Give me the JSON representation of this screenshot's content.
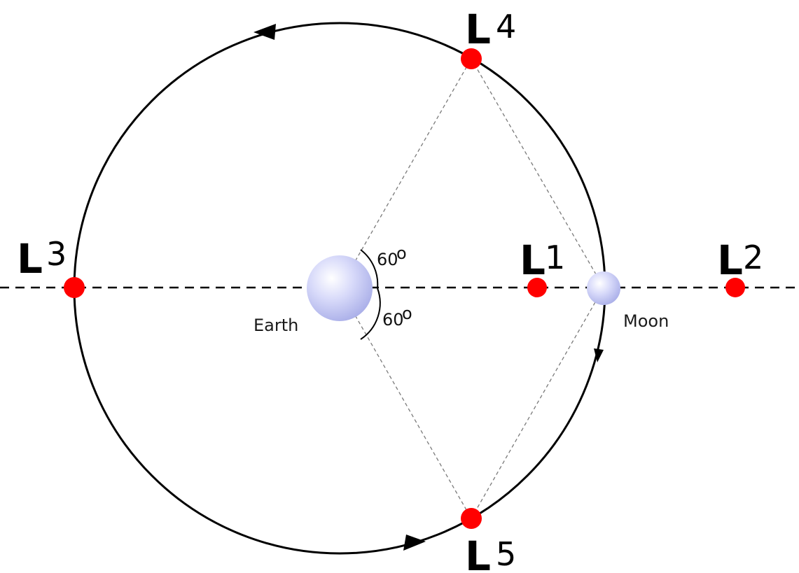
{
  "colors": {
    "lagrange_point": "#ff0000",
    "orbit": "#000000",
    "body_fill": "#cfd2f7",
    "guide_lines": "#808080"
  },
  "bodies": {
    "earth": {
      "label": "Earth"
    },
    "moon": {
      "label": "Moon"
    }
  },
  "lagrange_points": [
    {
      "id": "L1",
      "letter": "L",
      "number": "1"
    },
    {
      "id": "L2",
      "letter": "L",
      "number": "2"
    },
    {
      "id": "L3",
      "letter": "L",
      "number": "3"
    },
    {
      "id": "L4",
      "letter": "L",
      "number": "4"
    },
    {
      "id": "L5",
      "letter": "L",
      "number": "5"
    }
  ],
  "angles": {
    "upper": {
      "value": "60",
      "unit": "o"
    },
    "lower": {
      "value": "60",
      "unit": "o"
    }
  },
  "orbit": {
    "direction": "counterclockwise-arrows"
  }
}
